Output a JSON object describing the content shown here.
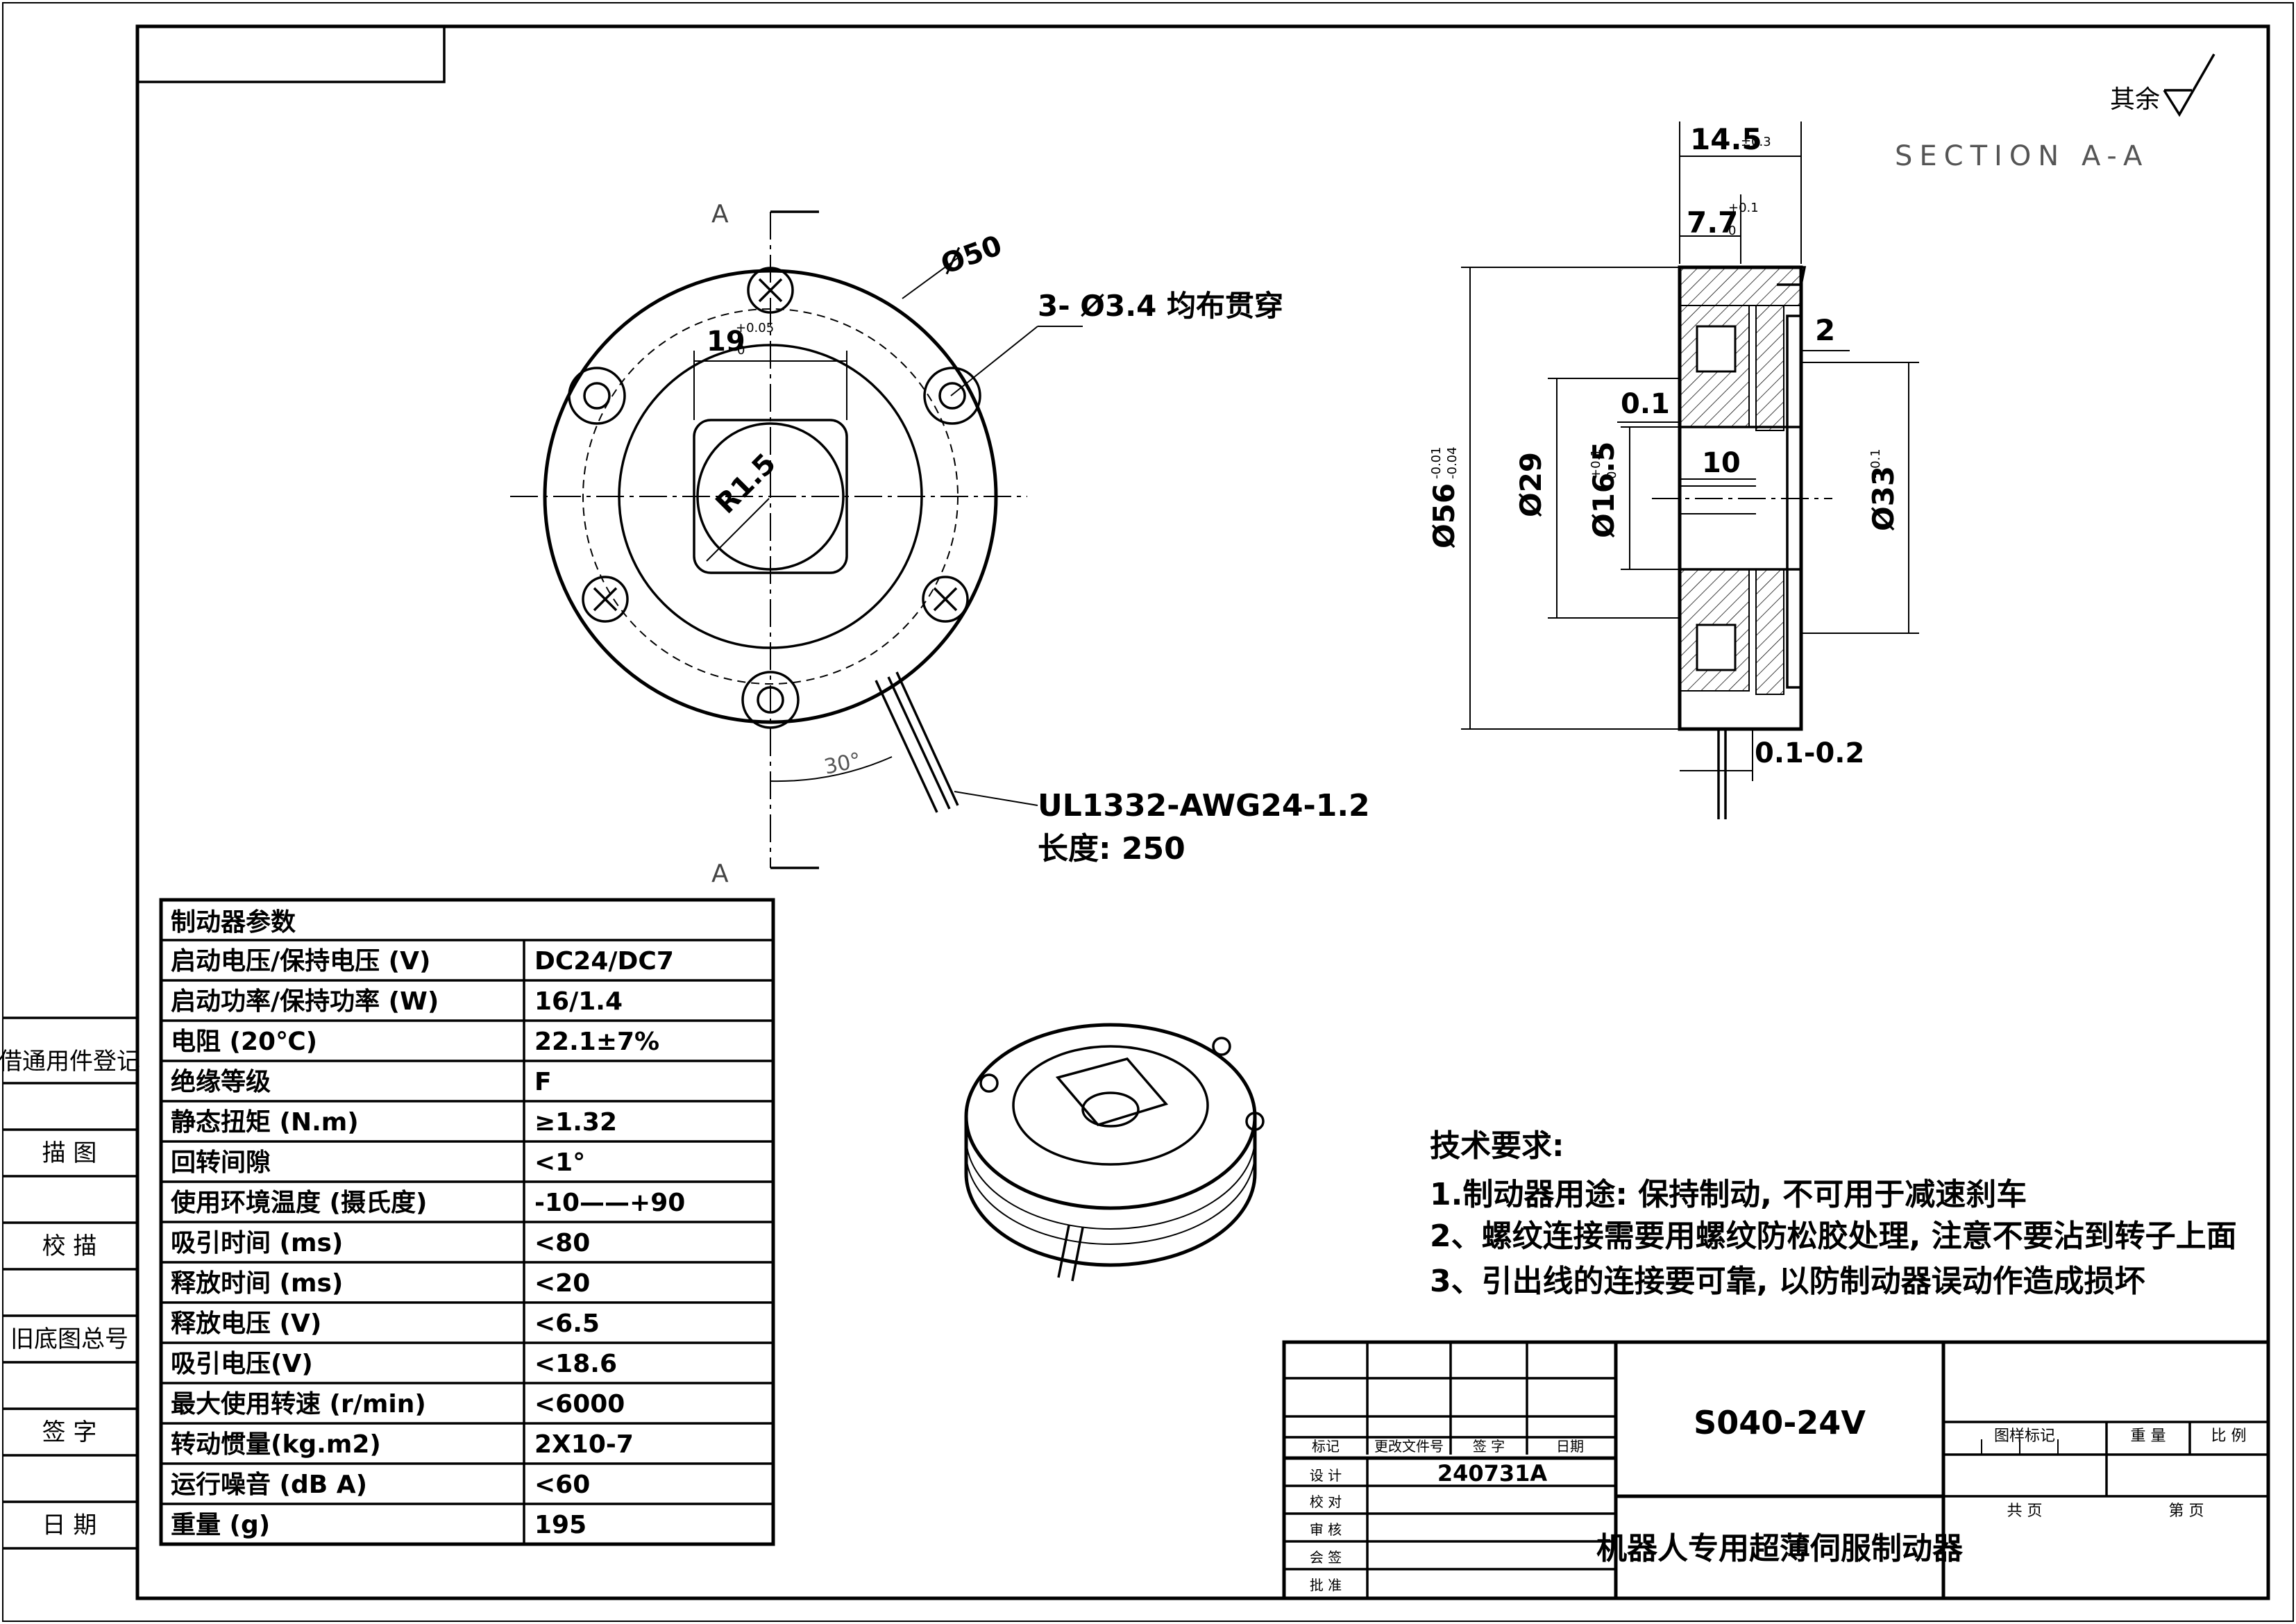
{
  "drawing": {
    "surface_mark": "其余",
    "section_title": "SECTION  A-A",
    "section_mark_top": "A",
    "section_mark_bottom": "A"
  },
  "front_view": {
    "dim_od": "Ø50",
    "dim_holes": "3- Ø3.4 均布贯穿",
    "dim_square": "19",
    "dim_square_tol_upper": "+0.05",
    "dim_square_tol_lower": "0",
    "dim_radius": "R1.5",
    "dim_angle": "30°",
    "cable_spec": "UL1332-AWG24-1.2",
    "cable_length": "长度: 250"
  },
  "section_view": {
    "dim_width": "14.5",
    "dim_width_tol": "±0.3",
    "dim_77": "7.7",
    "dim_77_tol_upper": "+0.1",
    "dim_77_tol_lower": "0",
    "dim_2": "2",
    "dim_01": "0.1",
    "dim_10": "10",
    "dim_d56": "Ø56",
    "dim_d56_tol_upper": "-0.01",
    "dim_d56_tol_lower": "-0.04",
    "dim_d29": "Ø29",
    "dim_d165": "Ø16.5",
    "dim_d165_tol_upper": "+0.1",
    "dim_d165_tol_lower": "0",
    "dim_d33": "Ø33",
    "dim_d33_tol": "+0.1",
    "dim_gap": "0.1-0.2"
  },
  "side_labels": [
    "借通用件登记",
    "描  图",
    "校  描",
    "旧底图总号",
    "签  字",
    "日  期"
  ],
  "params_table": {
    "title": "制动器参数",
    "rows": [
      [
        "启动电压/保持电压 (V)",
        "DC24/DC7"
      ],
      [
        "启动功率/保持功率  (W)",
        "16/1.4"
      ],
      [
        "电阻 (20℃)",
        "22.1±7%"
      ],
      [
        "绝缘等级",
        "F"
      ],
      [
        "静态扭矩 (N.m)",
        "≥1.32"
      ],
      [
        "回转间隙",
        "<1°"
      ],
      [
        "使用环境温度 (摄氏度)",
        "-10——+90"
      ],
      [
        "吸引时间 (ms)",
        "<80"
      ],
      [
        "释放时间 (ms)",
        "<20"
      ],
      [
        "释放电压 (V)",
        "<6.5"
      ],
      [
        "吸引电压(V)",
        "<18.6"
      ],
      [
        "最大使用转速 (r/min)",
        "<6000"
      ],
      [
        "转动惯量(kg.m2)",
        "2X10-7"
      ],
      [
        "运行噪音 (dB A)",
        "<60"
      ],
      [
        "重量 (g)",
        "195"
      ]
    ]
  },
  "tech_requirements": {
    "title": "技术要求:",
    "items": [
      "1.制动器用途: 保持制动, 不可用于减速刹车",
      "2、螺纹连接需要用螺纹防松胶处理, 注意不要沾到转子上面",
      "3、引出线的连接要可靠, 以防制动器误动作造成损坏"
    ]
  },
  "title_block": {
    "model": "S040-24V",
    "product_name": "机器人专用超薄伺服制动器",
    "drawing_no": "240731A",
    "col_labels": [
      "标记",
      "更改文件号",
      "签 字",
      "日期"
    ],
    "row_labels": [
      "设 计",
      "校 对",
      "审 核",
      "会 签",
      "批 准"
    ],
    "right_labels": [
      "图样标记",
      "重 量",
      "比 例",
      "共  页",
      "第  页"
    ]
  }
}
